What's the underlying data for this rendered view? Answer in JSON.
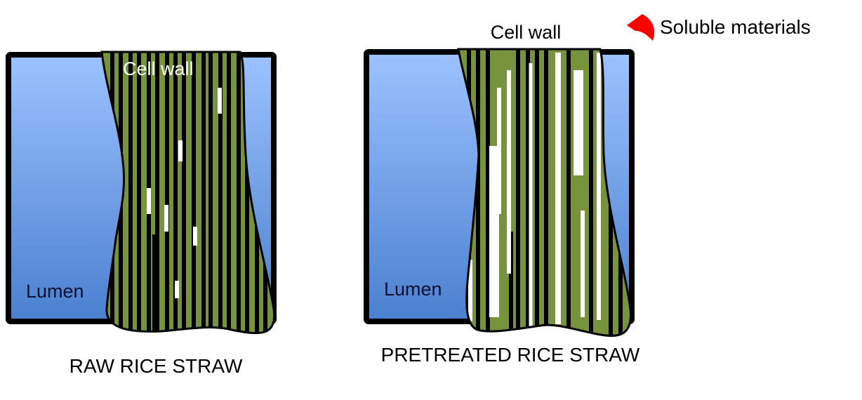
{
  "title_soluble": "Soluble materials",
  "raw": {
    "cell_wall_label": "Cell wall",
    "lumen_label": "Lumen",
    "caption": "RAW RICE STRAW"
  },
  "pretreated": {
    "cell_wall_label": "Cell wall",
    "lumen_label": "Lumen",
    "caption": "PRETREATED RICE STRAW"
  },
  "colors": {
    "lumen_top": "#9cc2ff",
    "lumen_bottom": "#4a80cf",
    "cell_wall": "#77933c",
    "fiber": "#000000",
    "removed": "#ffffff",
    "soluble_arrow": "#ff0000"
  }
}
